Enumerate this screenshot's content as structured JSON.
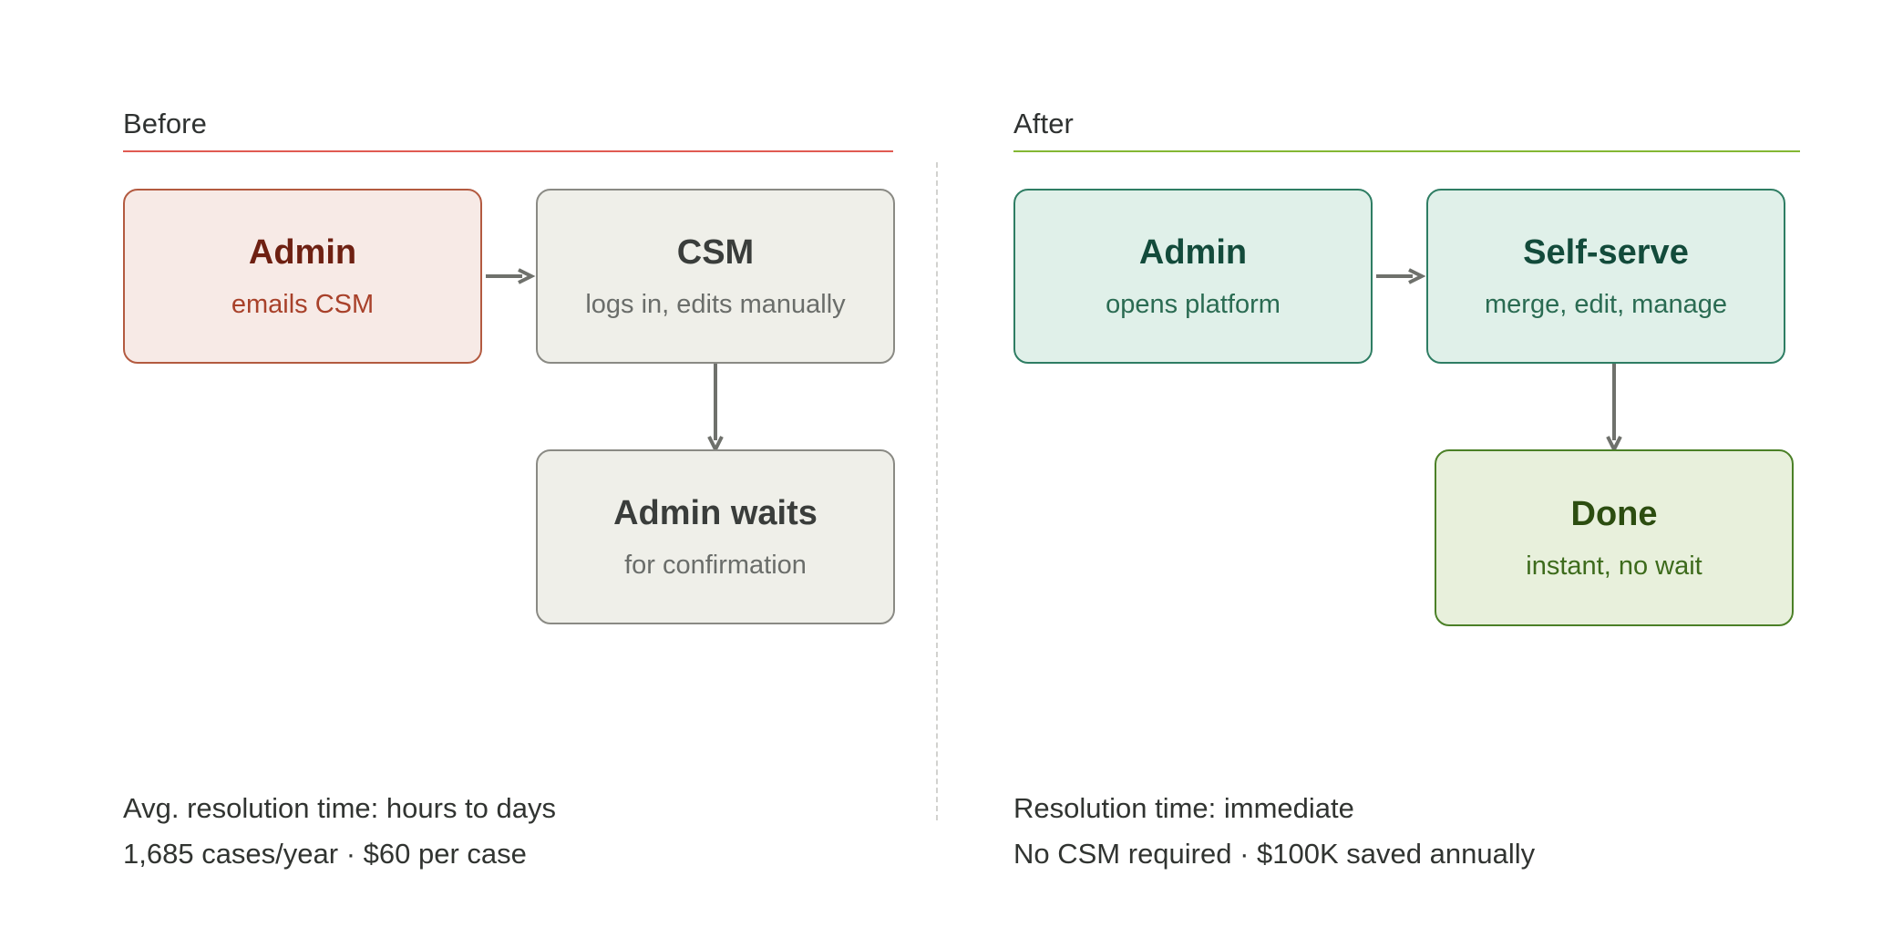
{
  "colors": {
    "before_accent": "#e05a52",
    "after_accent": "#84b734",
    "before_node_border": "#b35a40",
    "before_node_fill": "#f7eae6",
    "neutral_node_border": "#8a8a84",
    "neutral_node_fill": "#efefe9",
    "after_node_border": "#2e7d63",
    "after_node_fill": "#e0f0e9",
    "done_node_border": "#4b8027",
    "done_node_fill": "#e8f0dc",
    "arrow": "#6f716c",
    "divider": "#d2d2cf"
  },
  "before": {
    "title": "Before",
    "nodes": [
      {
        "title": "Admin",
        "sub": "emails CSM"
      },
      {
        "title": "CSM",
        "sub": "logs in, edits manually"
      },
      {
        "title": "Admin waits",
        "sub": "for confirmation"
      }
    ],
    "notes": [
      "Avg. resolution time: hours to days",
      "1,685 cases/year · $60 per case"
    ]
  },
  "after": {
    "title": "After",
    "nodes": [
      {
        "title": "Admin",
        "sub": "opens platform"
      },
      {
        "title": "Self-serve",
        "sub": "merge, edit, manage"
      },
      {
        "title": "Done",
        "sub": "instant, no wait"
      }
    ],
    "notes": [
      "Resolution time: immediate",
      "No CSM required · $100K saved annually"
    ]
  },
  "icons": {
    "arrow_right": "arrow-right-icon",
    "arrow_down": "arrow-down-icon"
  }
}
